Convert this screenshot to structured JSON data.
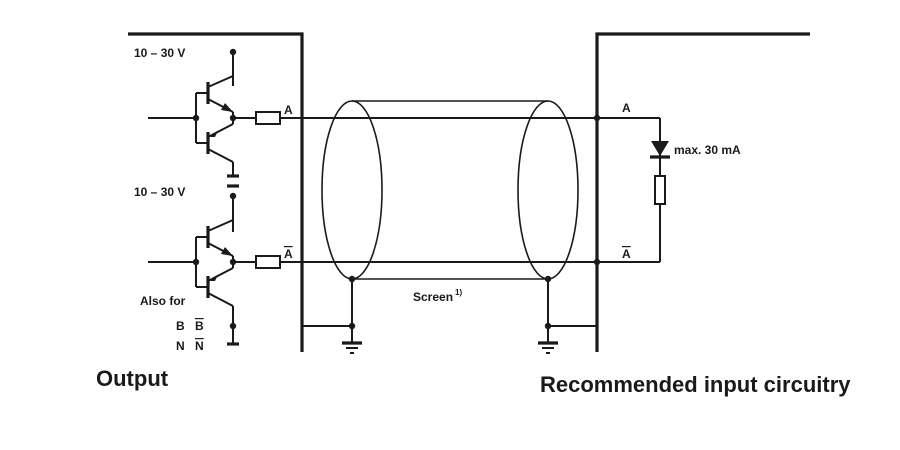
{
  "diagram": {
    "supply_top": "10 – 30 V",
    "supply_bottom": "10 – 30 V",
    "signal_a": "A",
    "signal_a_bar": "A",
    "input_a": "A",
    "input_a_bar": "A",
    "max_current": "max. 30 mA",
    "screen_label": "Screen",
    "screen_footnote": "1)",
    "also_for": "Also for",
    "also_b": "B",
    "also_b_bar": "B",
    "also_n": "N",
    "also_n_bar": "N",
    "output_caption": "Output",
    "input_caption": "Recommended input circuitry"
  }
}
